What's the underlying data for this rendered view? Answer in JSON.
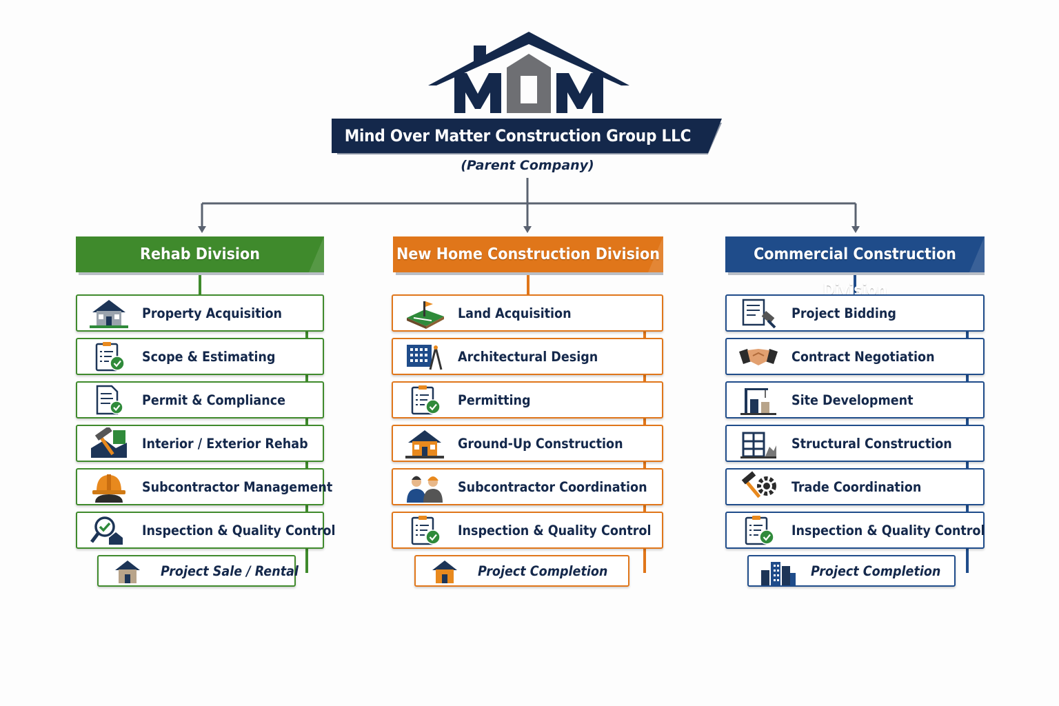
{
  "company": {
    "logo_text": "MOM",
    "name": "Mind Over Matter Construction Group LLC",
    "subtitle": "(Parent Company)"
  },
  "colors": {
    "navy": "#14284b",
    "green": "#3f8a2c",
    "orange": "#e0761a",
    "blue": "#1f4c8a",
    "gray": "#6e6f73"
  },
  "divisions": [
    {
      "title": "Rehab Division",
      "color": "#3f8a2c",
      "steps": [
        {
          "label": "Property Acquisition",
          "icon": "house-icon"
        },
        {
          "label": "Scope & Estimating",
          "icon": "checklist-icon"
        },
        {
          "label": "Permit & Compliance",
          "icon": "document-check-icon"
        },
        {
          "label": "Interior / Exterior Rehab",
          "icon": "hammer-icon"
        },
        {
          "label": "Subcontractor Management",
          "icon": "hard-hat-icon"
        },
        {
          "label": "Inspection & Quality Control",
          "icon": "magnifier-icon"
        },
        {
          "label": "Project Sale / Rental",
          "icon": "small-house-icon"
        }
      ]
    },
    {
      "title": "New Home Construction Division",
      "color": "#e0761a",
      "steps": [
        {
          "label": "Land Acquisition",
          "icon": "land-plot-icon"
        },
        {
          "label": "Architectural Design",
          "icon": "blueprint-icon"
        },
        {
          "label": "Permitting",
          "icon": "checklist-icon"
        },
        {
          "label": "Ground-Up Construction",
          "icon": "house-icon"
        },
        {
          "label": "Subcontractor Coordination",
          "icon": "workers-icon"
        },
        {
          "label": "Inspection & Quality Control",
          "icon": "checklist-icon"
        },
        {
          "label": "Project Completion",
          "icon": "small-house-icon"
        }
      ]
    },
    {
      "title": "Commercial Construction Division",
      "color": "#1f4c8a",
      "steps": [
        {
          "label": "Project Bidding",
          "icon": "bid-document-icon"
        },
        {
          "label": "Contract Negotiation",
          "icon": "handshake-icon"
        },
        {
          "label": "Site Development",
          "icon": "crane-icon"
        },
        {
          "label": "Structural Construction",
          "icon": "steel-frame-icon"
        },
        {
          "label": "Trade Coordination",
          "icon": "tools-gear-icon"
        },
        {
          "label": "Inspection & Quality Control",
          "icon": "checklist-icon"
        },
        {
          "label": "Project Completion",
          "icon": "buildings-icon"
        }
      ]
    }
  ]
}
